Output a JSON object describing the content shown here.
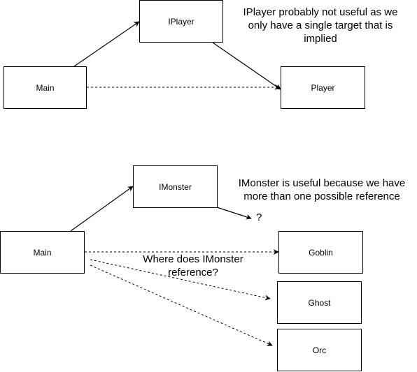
{
  "diagram": {
    "top": {
      "main": "Main",
      "iface": "IPlayer",
      "target": "Player",
      "note_lines": [
        "IPlayer probably not useful as we",
        "only have a single target that is",
        "implied"
      ]
    },
    "bottom": {
      "main": "Main",
      "iface": "IMonster",
      "targets": [
        "Goblin",
        "Ghost",
        "Orc"
      ],
      "question_mark": "?",
      "note_lines": [
        "IMonster is useful because we have",
        "more than one possible reference"
      ],
      "question_lines": [
        "Where does IMonster",
        "reference?"
      ]
    }
  }
}
